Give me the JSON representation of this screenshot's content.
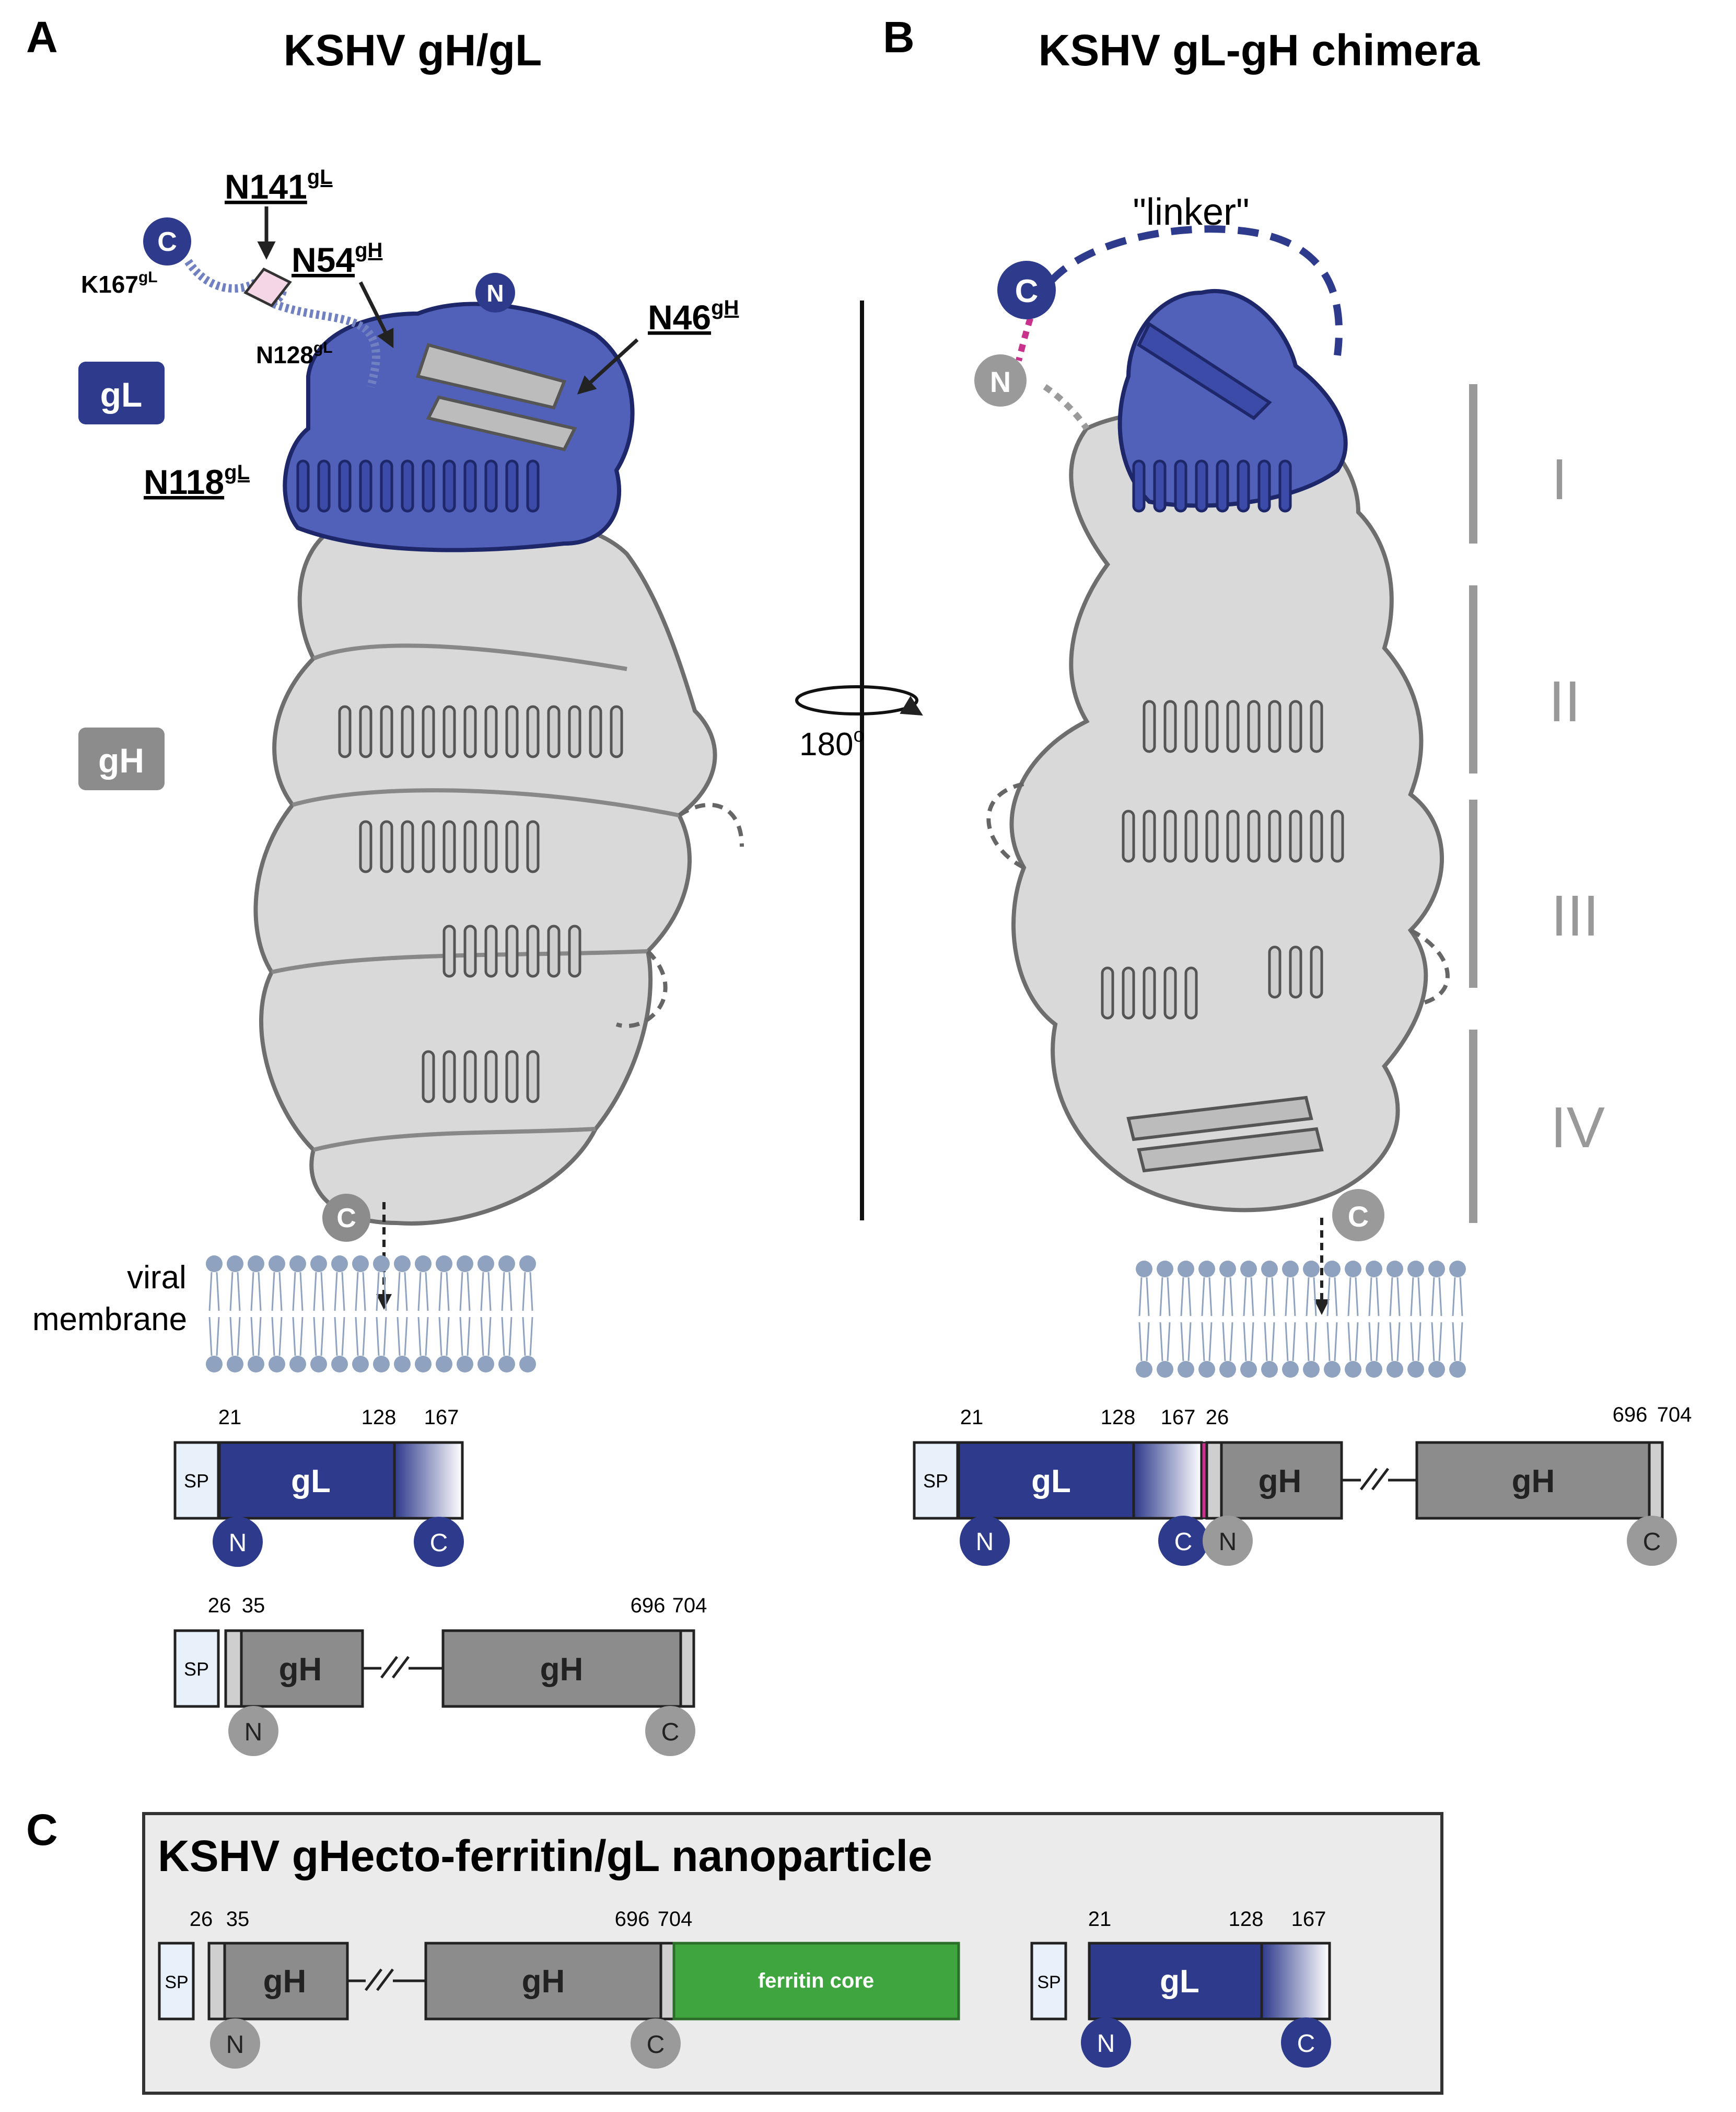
{
  "panels": {
    "a": {
      "letter": "A",
      "title": "KSHV gH/gL"
    },
    "b": {
      "letter": "B",
      "title": "KSHV gL-gH chimera"
    },
    "c": {
      "letter": "C",
      "title": "KSHV gHecto-ferritin/gL nanoparticle"
    }
  },
  "structure_labels": {
    "gl_tag": "gL",
    "gh_tag": "gH",
    "c_term": "C",
    "n_term": "N",
    "n141": "N141",
    "n141_sup": "gL",
    "n54": "N54",
    "n54_sup": "gH",
    "n46": "N46",
    "n46_sup": "gH",
    "n118": "N118",
    "n118_sup": "gL",
    "k167": "K167",
    "k167_sup": "gL",
    "n128": "N128",
    "n128_sup": "gL",
    "linker": "\"linker\"",
    "rotation": "180",
    "rotation_sup": "o",
    "viral_membrane_line1": "viral",
    "viral_membrane_line2": "membrane",
    "domains": [
      "I",
      "II",
      "III",
      "IV"
    ]
  },
  "constructs": {
    "sp": "SP",
    "gl": "gL",
    "gh": "gH",
    "ferritin": "ferritin core",
    "n": "N",
    "c": "C",
    "gl_numbers": [
      "21",
      "128",
      "167"
    ],
    "gh_numbers": [
      "26",
      "35",
      "696",
      "704"
    ],
    "chimera_numbers": [
      "21",
      "128",
      "167",
      "26",
      "696",
      "704"
    ]
  },
  "colors": {
    "gl_blue": "#2e3a8c",
    "gh_grey": "#8c8c8c",
    "ferritin_green": "#3fa53f",
    "linker_magenta": "#c8328c",
    "membrane": "#8fa3c0"
  }
}
